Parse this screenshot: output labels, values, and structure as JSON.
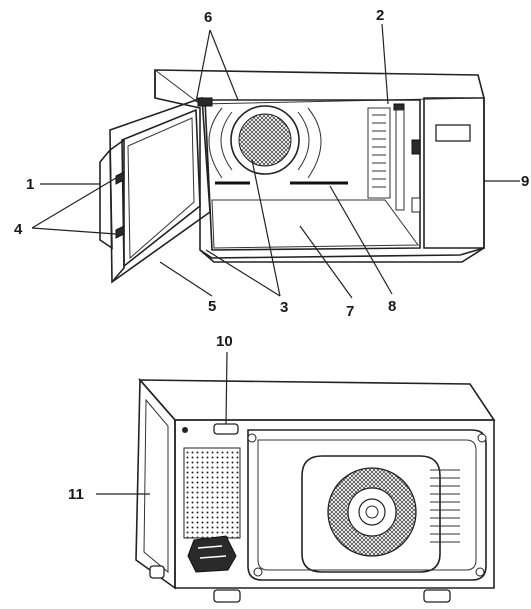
{
  "callouts": {
    "c1": "1",
    "c2": "2",
    "c3": "3",
    "c4": "4",
    "c5": "5",
    "c6": "6",
    "c7": "7",
    "c8": "8",
    "c9": "9",
    "c10": "10",
    "c11": "11"
  },
  "views": [
    "front-open-door",
    "rear"
  ]
}
